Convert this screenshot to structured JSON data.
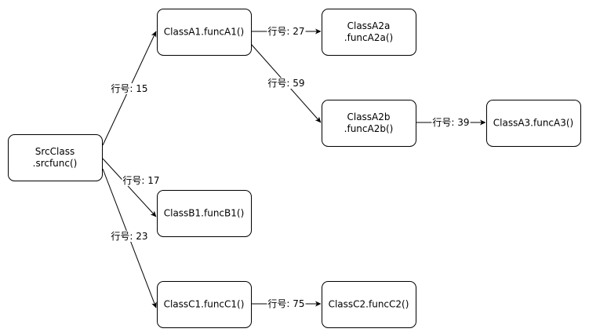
{
  "diagram": {
    "nodes": [
      {
        "id": "src",
        "lines": [
          "SrcClass",
          ".srcfunc()"
        ]
      },
      {
        "id": "a1",
        "lines": [
          "ClassA1.funcA1()"
        ]
      },
      {
        "id": "a2a",
        "lines": [
          "ClassA2a",
          ".funcA2a()"
        ]
      },
      {
        "id": "a2b",
        "lines": [
          "ClassA2b",
          ".funcA2b()"
        ]
      },
      {
        "id": "a3",
        "lines": [
          "ClassA3.funcA3()"
        ]
      },
      {
        "id": "b1",
        "lines": [
          "ClassB1.funcB1()"
        ]
      },
      {
        "id": "c1",
        "lines": [
          "ClassC1.funcC1()"
        ]
      },
      {
        "id": "c2",
        "lines": [
          "ClassC2.funcC2()"
        ]
      }
    ],
    "edges": [
      {
        "from": "src",
        "to": "a1",
        "label": "行号: 15"
      },
      {
        "from": "src",
        "to": "b1",
        "label": "行号: 17"
      },
      {
        "from": "src",
        "to": "c1",
        "label": "行号: 23"
      },
      {
        "from": "a1",
        "to": "a2a",
        "label": "行号: 27"
      },
      {
        "from": "a1",
        "to": "a2b",
        "label": "行号: 59"
      },
      {
        "from": "a2b",
        "to": "a3",
        "label": "行号: 39"
      },
      {
        "from": "c1",
        "to": "c2",
        "label": "行号: 75"
      }
    ]
  }
}
